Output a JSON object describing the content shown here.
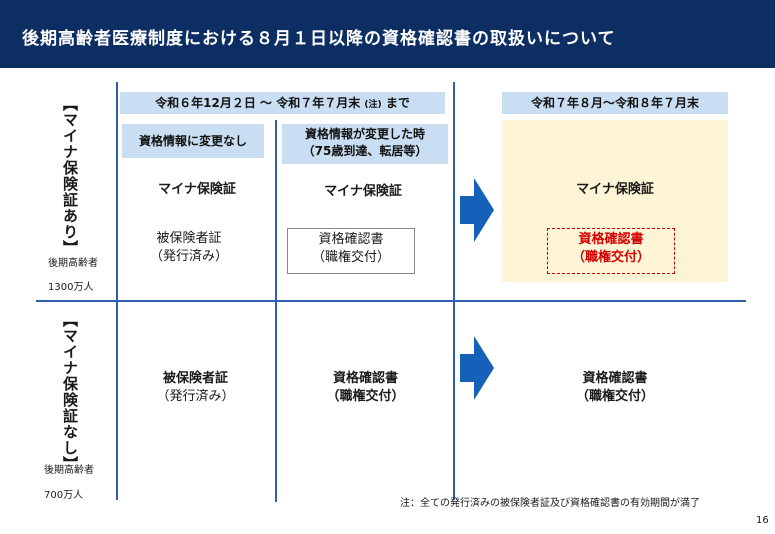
{
  "title": "後期高齢者医療制度における８月１日以降の資格確認書の取扱いについて",
  "period_current": "令和６年12月２日 〜 令和７年７月末",
  "period_current_note": "(注)",
  "period_current_suffix": "まで",
  "period_future": "令和７年８月〜令和８年７月末",
  "col1_header": "資格情報に変更なし",
  "col2_header_line1": "資格情報が変更した時",
  "col2_header_line2": "（75歳到達、転居等）",
  "row1": {
    "label": "【マイナ保険証あり】",
    "count_label": "後期高齢者",
    "count": "1300万人",
    "col1_main": "マイナ保険証",
    "col1_sub_line1": "被保険者証",
    "col1_sub_line2": "（発行済み）",
    "col2_main": "マイナ保険証",
    "col2_sub_line1": "資格確認書",
    "col2_sub_line2": "（職権交付）",
    "col3_main": "マイナ保険証",
    "col3_sub_line1": "資格確認書",
    "col3_sub_line2": "（職権交付）"
  },
  "row2": {
    "label": "【マイナ保険証なし】",
    "count_label": "後期高齢者",
    "count": "700万人",
    "col1_line1": "被保険者証",
    "col1_line2": "（発行済み）",
    "col2_line1": "資格確認書",
    "col2_line2": "（職権交付）",
    "col3_line1": "資格確認書",
    "col3_line2": "（職権交付）"
  },
  "footnote": "注：全ての発行済みの被保険者証及び資格確認書の有効期間が満了",
  "page_number": "16",
  "colors": {
    "title_bg": "#0c2e63",
    "header_bg": "#c9def2",
    "highlight_bg": "#fdf5d6",
    "arrow": "#1560b8",
    "accent_red": "#d40000",
    "line": "#2f5fa8"
  }
}
